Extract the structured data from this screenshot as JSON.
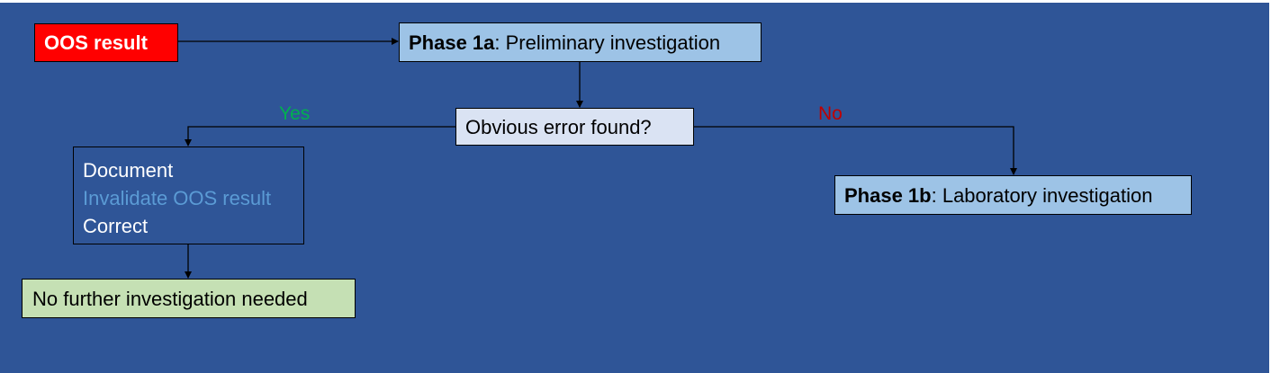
{
  "colors": {
    "background": "#2f5597",
    "oos_box": "#ff0000",
    "phase_box": "#9dc3e6",
    "question_box": "#dae3f3",
    "final_box": "#c5e0b4",
    "yes_label": "#00b050",
    "no_label": "#c00000",
    "invalidate_text": "#5b9bd5"
  },
  "nodes": {
    "oos": "OOS result",
    "phase1a_bold": "Phase 1a",
    "phase1a_rest": ": Preliminary investigation",
    "question": "Obvious error found?",
    "actions": [
      "Document",
      "Invalidate OOS result",
      "Correct"
    ],
    "phase1b_bold": "Phase 1b",
    "phase1b_rest": ": Laboratory investigation",
    "final": "No further investigation needed"
  },
  "edge_labels": {
    "yes": "Yes",
    "no": "No"
  }
}
